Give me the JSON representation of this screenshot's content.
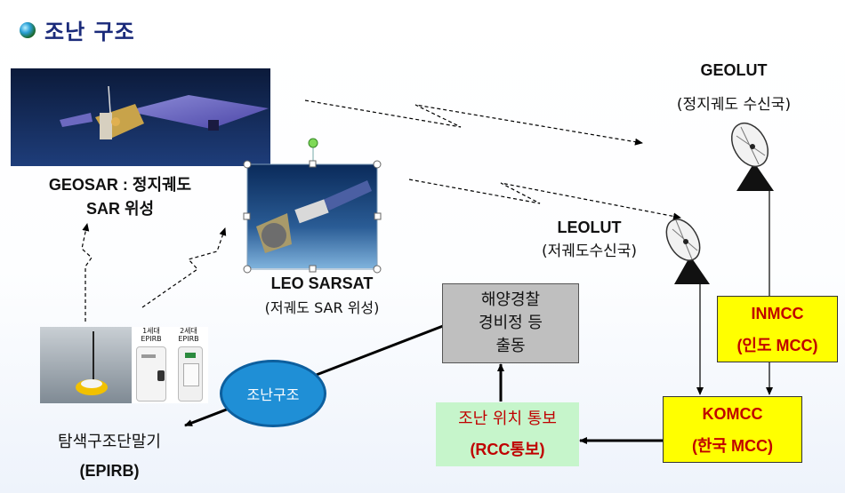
{
  "title": "조난 구조",
  "geosar": {
    "line1": "GEOSAR : 정지궤도",
    "line2": "SAR 위성"
  },
  "leosarsat": {
    "line1": "LEO SARSAT",
    "line2": "(저궤도 SAR 위성)"
  },
  "geolut": {
    "line1": "GEOLUT",
    "line2": "(정지궤도 수신국)"
  },
  "leolut": {
    "line1": "LEOLUT",
    "line2": "(저궤도수신국)"
  },
  "coastguard": {
    "line1": "해양경찰",
    "line2": "경비정 등",
    "line3": "출동"
  },
  "inmcc": {
    "line1": "INMCC",
    "line2": "(인도 MCC)"
  },
  "komcc": {
    "line1": "KOMCC",
    "line2": "(한국 MCC)"
  },
  "rcc": {
    "line1": "조난 위치 통보",
    "line2": "(RCC통보)"
  },
  "rescue_ellipse": "조난구조",
  "epirb": {
    "line1": "탐색구조단말기",
    "line2": "(EPIRB)",
    "gen1": "1세대",
    "gen2": "2세대",
    "tag": "EPIRB"
  },
  "colors": {
    "yellow_box": "#ffff00",
    "label_red": "#c00000",
    "ellipse_blue": "#1f8fd6",
    "green_box": "#c6f5cb"
  }
}
